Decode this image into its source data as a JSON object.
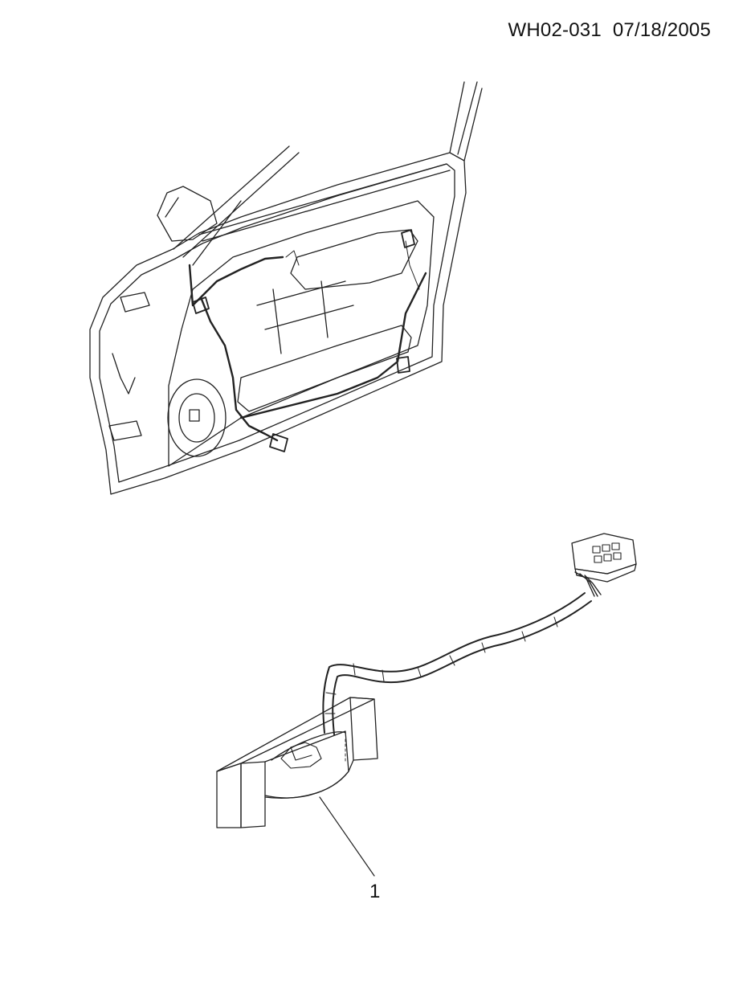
{
  "header": {
    "diagram_code": "WH02-031",
    "date": "07/18/2005"
  },
  "callouts": [
    {
      "label": "1"
    }
  ]
}
